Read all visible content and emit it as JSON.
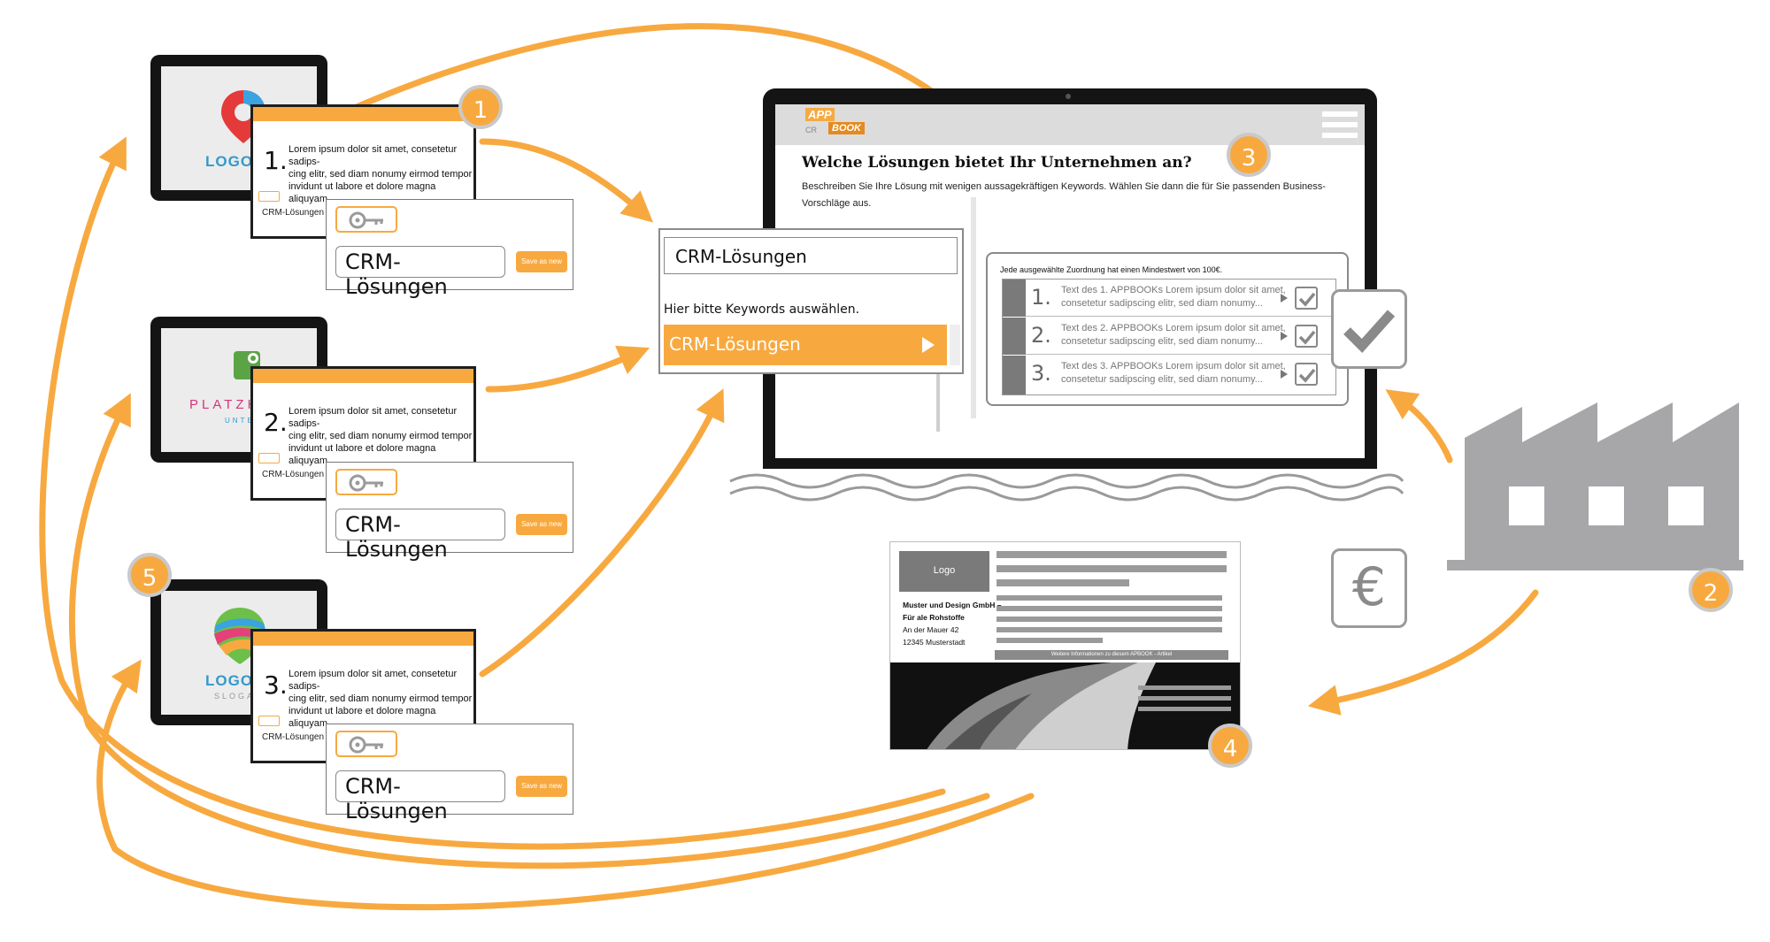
{
  "panels": [
    {
      "number": "1.",
      "logo": "LOGOT",
      "slogan": ""
    },
    {
      "number": "2.",
      "logo": "PLATZHA",
      "slogan": "UNTERTI"
    },
    {
      "number": "3.",
      "logo": "LOGOT",
      "slogan": "SLOGAN"
    }
  ],
  "lorem": {
    "line1": "Lorem ipsum dolor sit amet, consetetur sadips-",
    "line2": "cing elitr, sed diam nonumy eirmod tempor",
    "line3": "invidunt ut labore et dolore magna aliquyam"
  },
  "crm_label": "CRM-Lösungen",
  "save_label": "Save as new",
  "app": {
    "logo_top": "APP",
    "logo_book": "BOOK",
    "logo_sub": "CR",
    "heading": "Welche Lösungen bietet Ihr Unternehmen an?",
    "desc1": "Beschreiben Sie Ihre Lösung mit wenigen aussagekräftigen Keywords. Wählen Sie dann die für Sie passenden Business-",
    "desc2": "Vorschläge aus.",
    "dropdown_value": "CRM-Lösungen",
    "dropdown_hint": "Hier bitte Keywords auswählen.",
    "dropdown_selected": "CRM-Lösungen",
    "results_note": "Jede ausgewählte Zuordnung hat einen Mindestwert von 100€.",
    "results": [
      {
        "num": "1.",
        "line1": "Text des 1. APPBOOKs Lorem ipsum dolor sit amet,",
        "line2": "consetetur sadipscing elitr, sed diam nonumy..."
      },
      {
        "num": "2.",
        "line1": "Text des 2. APPBOOKs Lorem ipsum dolor sit amet,",
        "line2": "consetetur sadipscing elitr, sed diam nonumy..."
      },
      {
        "num": "3.",
        "line1": "Text des 3. APPBOOKs Lorem ipsum dolor sit amet,",
        "line2": "consetetur sadipscing elitr, sed diam nonumy..."
      }
    ]
  },
  "profile": {
    "logo": "Logo",
    "company1": "Muster und Design GmbH –",
    "company2": "Für ale Rohstoffe",
    "street": "An der Mauer 42",
    "city": "12345 Musterstadt",
    "more_button": "Weitere Informationen zu diesem APBOOK - Artikel"
  },
  "badges": [
    "1",
    "2",
    "3",
    "4",
    "5"
  ],
  "euro_symbol": "€",
  "colors": {
    "accent": "#f7a940",
    "factory": "#a7a7aa",
    "gray": "#9a9a9a"
  }
}
